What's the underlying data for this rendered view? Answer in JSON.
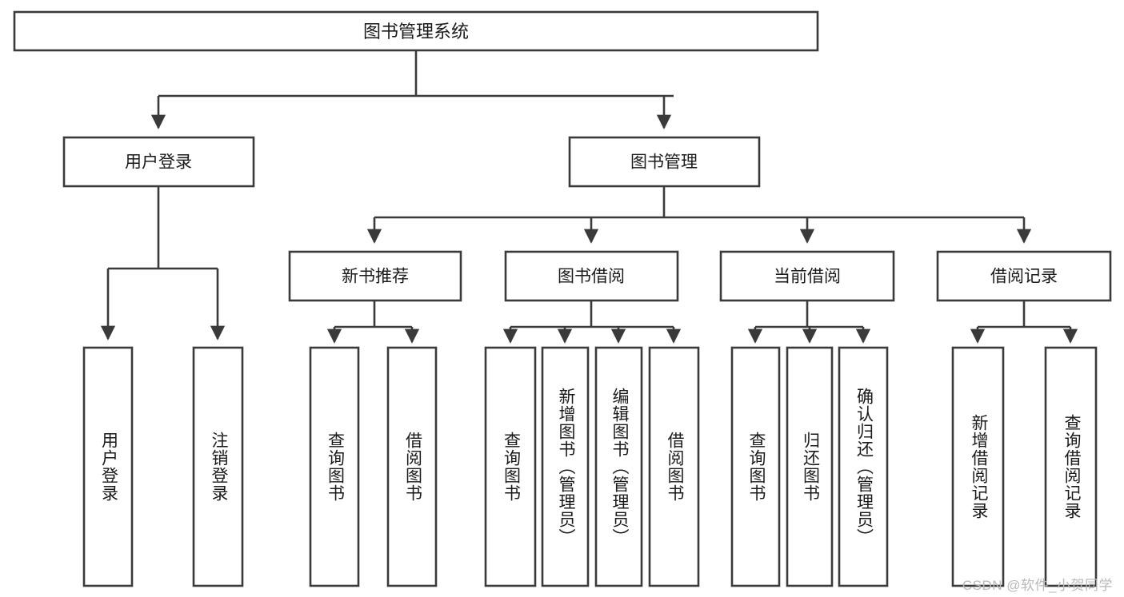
{
  "diagram": {
    "type": "tree",
    "orientation": "top-down",
    "root": {
      "label": "图书管理系统"
    },
    "level2": [
      {
        "label": "用户登录"
      },
      {
        "label": "图书管理"
      }
    ],
    "level3": [
      {
        "label": "新书推荐"
      },
      {
        "label": "图书借阅"
      },
      {
        "label": "当前借阅"
      },
      {
        "label": "借阅记录"
      }
    ],
    "leaves": {
      "user_login": [
        {
          "label": "用户登录"
        },
        {
          "label": "注销登录"
        }
      ],
      "new_book_recommend": [
        {
          "label": "查询图书"
        },
        {
          "label": "借阅图书"
        }
      ],
      "book_borrow": [
        {
          "label": "查询图书"
        },
        {
          "label": "新增图书（管理员）"
        },
        {
          "label": "编辑图书（管理员）"
        },
        {
          "label": "借阅图书"
        }
      ],
      "current_borrow": [
        {
          "label": "查询图书"
        },
        {
          "label": "归还图书"
        },
        {
          "label": "确认归还（管理员）"
        }
      ],
      "borrow_record": [
        {
          "label": "新增借阅记录"
        },
        {
          "label": "查询借阅记录"
        }
      ]
    },
    "colors": {
      "stroke": "#3a3a3a",
      "fill": "#ffffff",
      "text": "#1a1a1a",
      "watermark": "#b9b9b9"
    }
  },
  "watermark": {
    "text": "CSDN @软件_小贺同学"
  }
}
